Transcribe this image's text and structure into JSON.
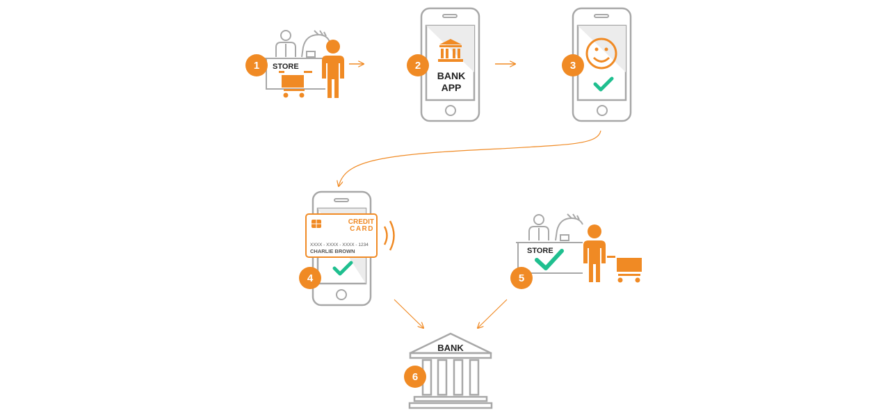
{
  "colors": {
    "accent": "#f08a24",
    "check": "#1fbf8f",
    "outline": "#a7a7a7",
    "text": "#222222"
  },
  "steps": [
    {
      "number": "1",
      "label": "STORE"
    },
    {
      "number": "2",
      "label_line1": "BANK",
      "label_line2": "APP"
    },
    {
      "number": "3"
    },
    {
      "number": "4"
    },
    {
      "number": "5",
      "label": "STORE"
    },
    {
      "number": "6",
      "label": "BANK"
    }
  ],
  "card": {
    "title_line1": "CREDIT",
    "title_line2": "CARD",
    "number": "XXXX - XXXX - XXXX - 1234",
    "holder": "CHARLIE BROWN"
  },
  "icons": [
    "cashier-icon",
    "cash-register-icon",
    "customer-icon",
    "shopping-cart-icon",
    "smartphone-icon",
    "bank-building-icon",
    "smiley-icon",
    "checkmark-icon",
    "credit-card-icon",
    "contactless-icon",
    "arrow-icon"
  ]
}
